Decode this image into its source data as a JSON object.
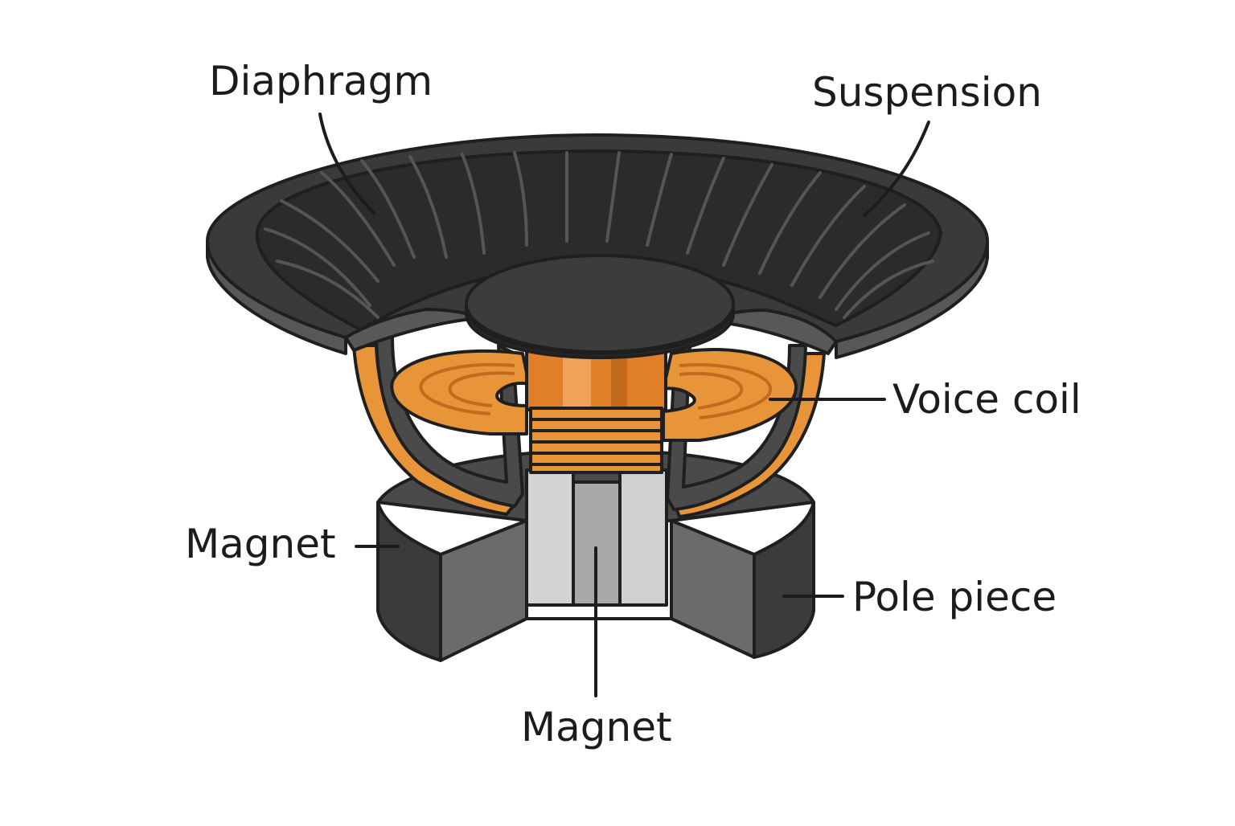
{
  "diagram": {
    "labels": {
      "diaphragm": "Diaphragm",
      "suspension": "Suspension",
      "voice_coil": "Voice coil",
      "magnet_left": "Magnet",
      "pole_piece": "Pole piece",
      "magnet_bottom": "Magnet"
    }
  },
  "colors": {
    "outline": "#1f1f1f",
    "cone_dark": "#2e2e2e",
    "rim_gray": "#555555",
    "dome": "#3a3a3a",
    "copper": "#e8953a",
    "copper_dark": "#c46a1c",
    "magnet_dark": "#3e3e3e",
    "magnet_mid": "#6a6a6a",
    "pole_light": "#cfcfcf",
    "pole_mid": "#a9a9a9",
    "leader": "#1c1c1c"
  }
}
